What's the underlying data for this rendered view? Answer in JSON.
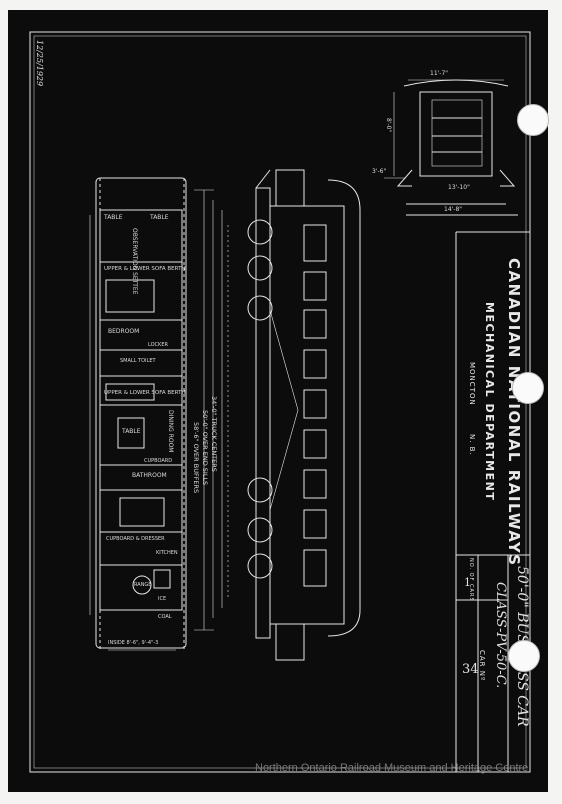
{
  "title_block": {
    "company": "CANADIAN NATIONAL RAILWAYS",
    "department": "MECHANICAL DEPARTMENT",
    "location": "MONCTON",
    "sheet_no": "N. B.",
    "car_type": "50'-0\" BUSINESS CAR",
    "car_class": "CLASS-PV-50-C.",
    "car_no_label": "CAR Nº",
    "car_no": "34",
    "cars_label": "NO. OF CARS",
    "cars_count": "1"
  },
  "margin_note": "12/25/1929",
  "dimensions": {
    "truck_centers": "34'-0\" TRUCK CENTERS",
    "over_end_sills": "50'-0\" OVER END SILLS",
    "over_buffers": "58'-6\" OVER BUFFERS",
    "width_top": "11'-7\"",
    "height_left": "8'-0\"",
    "width_mid": "13'-10\"",
    "width_bottom": "14'-8\"",
    "step_dim": "3'-6\"",
    "inside_width": "INSIDE 8'-6\", 9'-4\"-3"
  },
  "rooms": [
    "TABLE",
    "TABLE",
    "OBSERVATION SETTEE",
    "UPPER & LOWER SOFA BERTH",
    "BEDROOM",
    "LOCKER",
    "SMALL TOILET",
    "UPPER & LOWER SOFA BERTH",
    "TABLE",
    "DINING ROOM",
    "BATHROOM",
    "CUPBOARD",
    "CUPBOARD & DRESSER",
    "KITCHEN",
    "RANGE",
    "ICE",
    "COAL"
  ],
  "watermark": "Northern Ontario Railroad Museum and Heritage Centre"
}
